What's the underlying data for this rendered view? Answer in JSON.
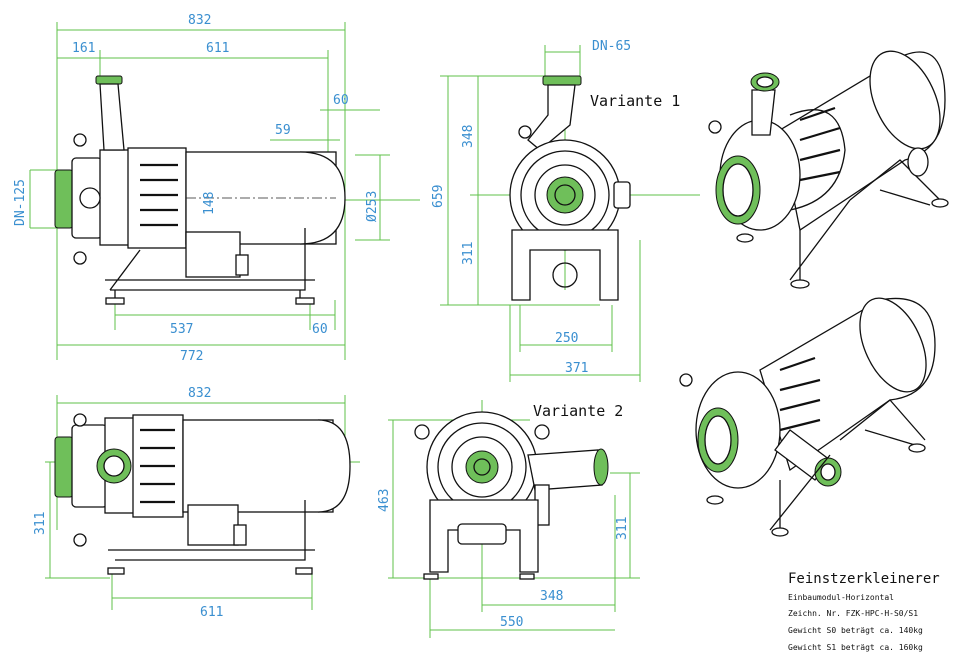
{
  "dimensions": {
    "side_view": {
      "total_length": "832",
      "left_offset": "161",
      "body_length": "611",
      "right_60": "60",
      "dim_59": "59",
      "dn_inlet": "DN-125",
      "center_148": "148",
      "diameter": "Ø253",
      "foot_span": "537",
      "foot_60": "60",
      "base_length": "772"
    },
    "front_view_1": {
      "outlet": "DN-65",
      "height_total": "659",
      "upper_348": "348",
      "lower_311": "311",
      "foot_width": "250",
      "base_width": "371"
    },
    "top_view": {
      "total_length": "832",
      "height_311": "311",
      "base_611": "611"
    },
    "front_view_2": {
      "height_463": "463",
      "height_311": "311",
      "width_348": "348",
      "width_550": "550"
    }
  },
  "labels": {
    "variant_1": "Variante 1",
    "variant_2": "Variante 2"
  },
  "title_block": {
    "title": "Feinstzerkleinerer",
    "lines": [
      "Einbaumodul-Horizontal",
      "Zeichn. Nr. FZK-HPC-H-S0/S1",
      "Gewicht S0 beträgt ca. 140kg",
      "Gewicht S1 beträgt ca. 160kg"
    ]
  },
  "colors": {
    "dimension_text": "#3a8fd0",
    "dimension_line": "#5fc24a",
    "accent_green": "#6fbf5a",
    "line": "#111111"
  }
}
